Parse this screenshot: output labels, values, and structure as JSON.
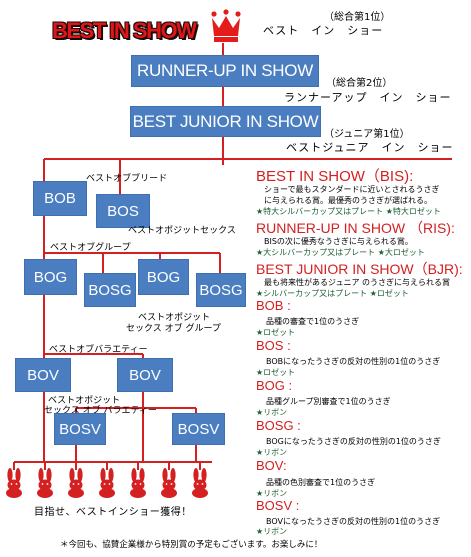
{
  "top": {
    "title": "BEST IN SHOW",
    "rank_bis": "（総合第1位）",
    "jp_bis": "ベスト　イン　ショー",
    "runner_box": "RUNNER-UP IN SHOW",
    "rank_runner": "（総合第2位）",
    "jp_runner": "ランナーアップ　イン　ショー",
    "junior_box": "BEST JUNIOR IN SHOW",
    "rank_junior": "（ジュニア第1位）",
    "jp_junior": "ベストジュニア　イン　ショー"
  },
  "tree": {
    "bob": "BOB",
    "bob_jp": "ベストオブブリード",
    "bos": "BOS",
    "bos_jp": "ベストオポジットセックス",
    "bog_jp": "ベストオブグループ",
    "bog1": "BOG",
    "bosg1": "BOSG",
    "bog2": "BOG",
    "bosg2": "BOSG",
    "bosg_jp_1": "ベストオポジット",
    "bosg_jp_2": "セックス オブ グループ",
    "bov_jp": "ベストオブバラエティー",
    "bov1": "BOV",
    "bov2": "BOV",
    "bosv_jp_1": "ベストオポジット",
    "bosv_jp_2": "セックス オブ バラエティー",
    "bosv1": "BOSV",
    "bosv2": "BOSV",
    "goal": "目指せ、ベストインショー獲得！"
  },
  "legend": {
    "bis_head": "BEST IN SHOW（BIS):",
    "bis_d1": "ショーで最もスタンダードに近いとされるうさぎ",
    "bis_d2": "に与えられる賞。最優秀のうさぎが選ばれる。",
    "bis_prize": "★特大シルバーカップ又はプレート ★特大ロゼット",
    "ris_head": "RUNNER-UP IN SHOW （RIS):",
    "ris_d1": "BISの次に優秀なうさぎに与えられる賞。",
    "ris_prize": "★大シルバーカップ又はプレート ★大ロゼット",
    "bjr_head": "BEST JUNIOR IN SHOW（BJR):",
    "bjr_d1": "最も将来性があるジュニア のうさぎに与えられる賞",
    "bjr_prize": "★シルバーカップ又はプレート ★ロゼット",
    "bob_head": "BOB :",
    "bob_d1": "品種の審査で1位のうさぎ",
    "bob_prize": "★ロゼット",
    "bos_head": "BOS :",
    "bos_d1": "BOBになったうさぎの反対の性別の1位のうさぎ",
    "bos_prize": "★ロゼット",
    "bog_head": "BOG :",
    "bog_d1": "品種グループ別審査で1位のうさぎ",
    "bog_prize": "★リボン",
    "bosg_head": "BOSG :",
    "bosg_d1": "BOGになったうさぎの反対の性別の1位のうさぎ",
    "bosg_prize": "★リボン",
    "bov_head": "BOV:",
    "bov_d1": "品種の色別審査で1位のうさぎ",
    "bov_prize": "★リボン",
    "bosv_head": "BOSV :",
    "bosv_d1": "BOVになったうさぎの反対の性別の1位のうさぎ",
    "bosv_prize": "★リボン"
  },
  "footnote": "＊今回も、協賛企業様から特別賞の予定もございます。お楽しみに！",
  "colors": {
    "red": "#d42020",
    "blue": "#4a7ec0",
    "green": "#1c5e36",
    "star": "#1a3ea8"
  }
}
